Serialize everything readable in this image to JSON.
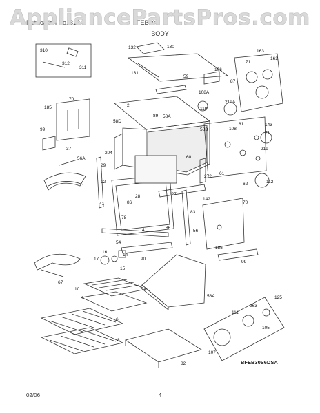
{
  "watermark": "AppliancePartsPros.com",
  "header": {
    "left": "Publication No. 318",
    "right": "FEB30S",
    "section": "BODY"
  },
  "diagram_code": "BFEB30S6DSA",
  "footer": {
    "date": "02/06",
    "page": "4",
    "right": ""
  },
  "callouts": [
    "310",
    "312",
    "311",
    "132",
    "130",
    "131",
    "163",
    "163",
    "71",
    "106",
    "87",
    "59",
    "108A",
    "119",
    "219A",
    "81",
    "143",
    "219",
    "21",
    "108",
    "185",
    "70",
    "2",
    "89",
    "58A",
    "58D",
    "58B",
    "99",
    "37",
    "204",
    "56A",
    "29",
    "12",
    "60",
    "272",
    "61",
    "112",
    "62",
    "127",
    "41",
    "86",
    "28",
    "142",
    "70",
    "83",
    "185",
    "56",
    "78",
    "41",
    "86",
    "16",
    "54",
    "14",
    "17",
    "15",
    "99",
    "90",
    "67",
    "10",
    "9",
    "58A",
    "125",
    "263",
    "111",
    "6",
    "105",
    "8",
    "107",
    "82"
  ]
}
